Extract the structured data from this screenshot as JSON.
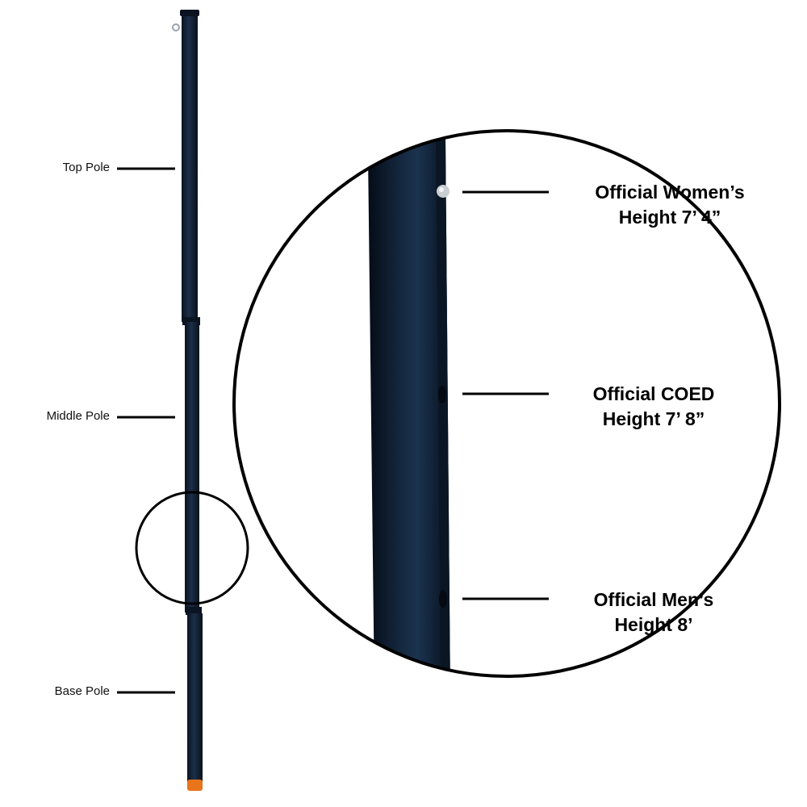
{
  "colors": {
    "pole": "#0d1a2c",
    "pole_highlight": "#1f3550",
    "foot_cap": "#e8741c",
    "lines": "#000000"
  },
  "parts": [
    {
      "label": "Top Pole"
    },
    {
      "label": "Middle Pole"
    },
    {
      "label": "Base Pole"
    }
  ],
  "heights": [
    {
      "line1": "Official Women’s",
      "line2": "Height 7’ 4”"
    },
    {
      "line1": "Official COED",
      "line2": "Height 7’ 8”"
    },
    {
      "line1": "Official Men’s",
      "line2": "Height 8’"
    }
  ]
}
